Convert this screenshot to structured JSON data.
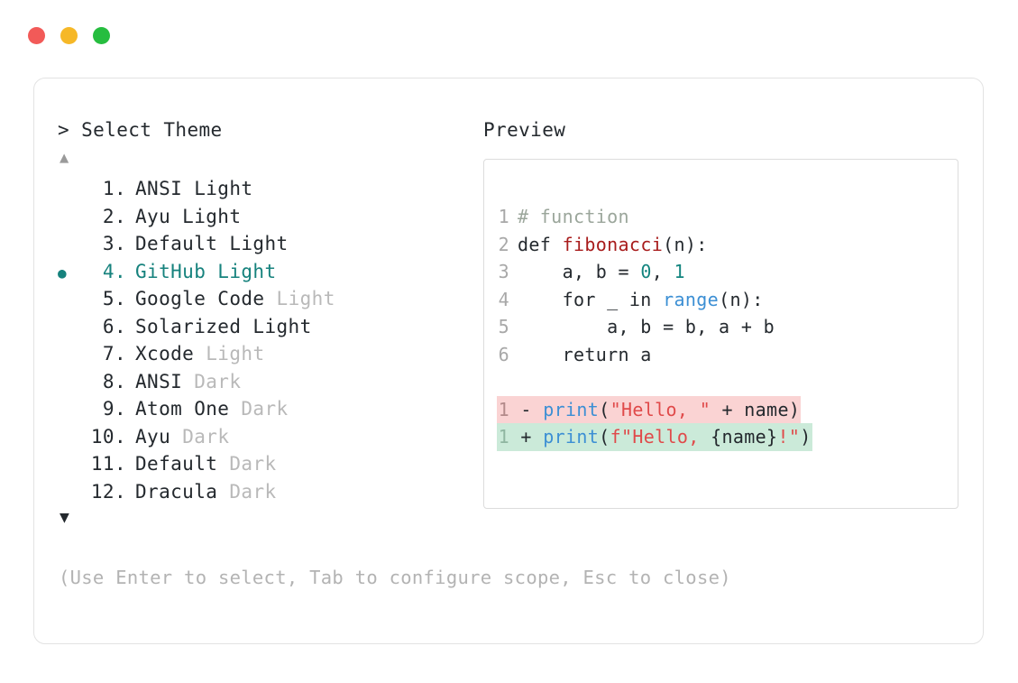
{
  "window": {
    "dots": [
      {
        "name": "close",
        "color": "#f25a58"
      },
      {
        "name": "minimize",
        "color": "#f6b827"
      },
      {
        "name": "maximize",
        "color": "#26bd3f"
      }
    ]
  },
  "colors": {
    "accent_teal": "#16827d",
    "text": "#24292e",
    "muted": "#b9b9b9",
    "hint": "#b3b3b3",
    "border": "#e3e3e3",
    "panel_border": "#dcdcdc",
    "diff_removed_bg": "#fad3d3",
    "diff_added_bg": "#cbead9",
    "line_number": "#a8a8a8"
  },
  "selector": {
    "prompt": "> Select Theme",
    "scroll_up": "▲",
    "scroll_down": "▼",
    "selected_index": 4,
    "bullet": "●",
    "items": [
      {
        "index": "1.",
        "name": "ANSI Light",
        "tag": ""
      },
      {
        "index": "2.",
        "name": "Ayu Light",
        "tag": ""
      },
      {
        "index": "3.",
        "name": "Default Light",
        "tag": ""
      },
      {
        "index": "4.",
        "name": "GitHub Light",
        "tag": ""
      },
      {
        "index": "5.",
        "name": "Google Code ",
        "tag": "Light"
      },
      {
        "index": "6.",
        "name": "Solarized Light",
        "tag": ""
      },
      {
        "index": "7.",
        "name": "Xcode ",
        "tag": "Light"
      },
      {
        "index": "8.",
        "name": "ANSI ",
        "tag": "Dark"
      },
      {
        "index": "9.",
        "name": "Atom One ",
        "tag": "Dark"
      },
      {
        "index": "10.",
        "name": "Ayu ",
        "tag": "Dark"
      },
      {
        "index": "11.",
        "name": "Default ",
        "tag": "Dark"
      },
      {
        "index": "12.",
        "name": "Dracula ",
        "tag": "Dark"
      }
    ]
  },
  "footer": {
    "hint": "(Use Enter to select, Tab to configure scope, Esc to close)"
  },
  "preview": {
    "title": "Preview",
    "code_lines": [
      {
        "num": "1",
        "tokens": [
          {
            "t": "# function",
            "c": "tok-comment"
          }
        ]
      },
      {
        "num": "2",
        "tokens": [
          {
            "t": "def ",
            "c": "tok-kw"
          },
          {
            "t": "fibonacci",
            "c": "tok-fn"
          },
          {
            "t": "(n):",
            "c": "tok-plain"
          }
        ]
      },
      {
        "num": "3",
        "tokens": [
          {
            "t": "    a, b = ",
            "c": "tok-plain"
          },
          {
            "t": "0",
            "c": "tok-num"
          },
          {
            "t": ", ",
            "c": "tok-plain"
          },
          {
            "t": "1",
            "c": "tok-num"
          }
        ]
      },
      {
        "num": "4",
        "tokens": [
          {
            "t": "    for _ in ",
            "c": "tok-plain"
          },
          {
            "t": "range",
            "c": "tok-builtin"
          },
          {
            "t": "(n):",
            "c": "tok-plain"
          }
        ]
      },
      {
        "num": "5",
        "tokens": [
          {
            "t": "        a, b = b, a + b",
            "c": "tok-plain"
          }
        ]
      },
      {
        "num": "6",
        "tokens": [
          {
            "t": "    return a",
            "c": "tok-plain"
          }
        ]
      }
    ],
    "diff_lines": [
      {
        "num": "1",
        "sign": "-",
        "kind": "removed",
        "tokens": [
          {
            "t": "print",
            "c": "tok-builtin"
          },
          {
            "t": "(",
            "c": "tok-plain"
          },
          {
            "t": "\"Hello, \"",
            "c": "tok-str"
          },
          {
            "t": " + name)",
            "c": "tok-plain"
          }
        ]
      },
      {
        "num": "1",
        "sign": "+",
        "kind": "added",
        "tokens": [
          {
            "t": "print",
            "c": "tok-builtin"
          },
          {
            "t": "(",
            "c": "tok-plain"
          },
          {
            "t": "f\"Hello, ",
            "c": "tok-str"
          },
          {
            "t": "{name}",
            "c": "tok-plain"
          },
          {
            "t": "!\"",
            "c": "tok-str"
          },
          {
            "t": ")",
            "c": "tok-plain"
          }
        ]
      }
    ]
  }
}
